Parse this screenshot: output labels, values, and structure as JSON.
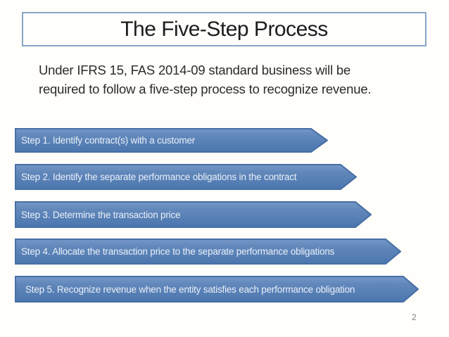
{
  "slide": {
    "title": "The Five-Step Process",
    "intro_lines": [
      "Under IFRS 15, FAS 2014-09 standard business will be",
      "required to follow a five-step process to recognize revenue."
    ],
    "steps": [
      {
        "label": "Step 1. Identify contract(s) with a customer"
      },
      {
        "label": "Step 2. Identify the separate performance obligations in the contract"
      },
      {
        "label": "Step 3. Determine the transaction price"
      },
      {
        "label": "Step 4. Allocate the transaction price to the separate performance obligations"
      },
      {
        "label": "Step 5. Recognize revenue when the entity satisfies each performance obligation"
      }
    ],
    "page_number": "2",
    "colors": {
      "background": "#fffefa",
      "title_text": "#1c1c1c",
      "title_border": "#87a6c8",
      "body_text": "#2b2b2b",
      "arrow_border": "#486fa5",
      "arrow_fill_top": "#7497c7",
      "arrow_fill_mid": "#6288bb",
      "arrow_fill_bottom": "#4b76af",
      "arrow_text": "#e9eff7",
      "page_number_color": "#7f7f7f"
    }
  }
}
